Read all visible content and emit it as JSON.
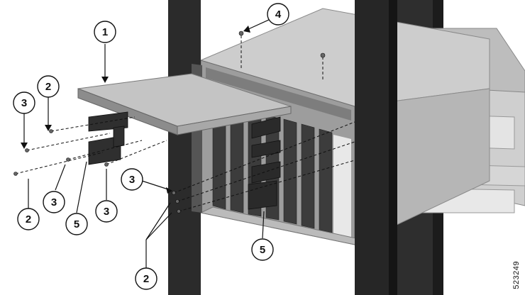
{
  "figure": {
    "id_text": "523249",
    "colors": {
      "rack": "#2b2b2b",
      "chassis": "#c8c8c8",
      "chassis_dark": "#9a9a9a",
      "card": "#3a3a3a",
      "line": "#111111"
    }
  },
  "callouts": [
    {
      "label": "1"
    },
    {
      "label": "2"
    },
    {
      "label": "3"
    },
    {
      "label": "4"
    },
    {
      "label": "2"
    },
    {
      "label": "3"
    },
    {
      "label": "5"
    },
    {
      "label": "3"
    },
    {
      "label": "3"
    },
    {
      "label": "5"
    },
    {
      "label": "2"
    }
  ]
}
